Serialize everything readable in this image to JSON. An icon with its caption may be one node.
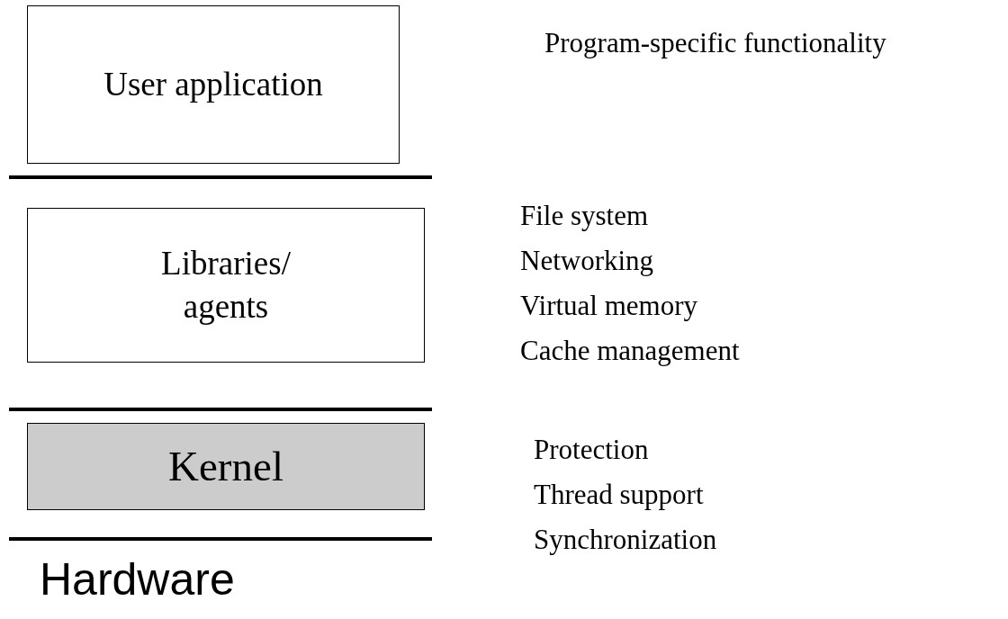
{
  "diagram": {
    "nodes": [
      {
        "text": [
          "User application"
        ]
      },
      {
        "text": [
          "Libraries/ agents"
        ],
        "beside": [
          "File system",
          "Networking",
          "Virtual memory",
          "Cache management"
        ]
      },
      {
        "text": [
          "Kernel"
        ],
        "beside": [
          "Protection",
          "Thread support",
          "Synchronization"
        ]
      }
    ],
    "labels": [
      "Program-specific functionality",
      "Hardware"
    ]
  }
}
